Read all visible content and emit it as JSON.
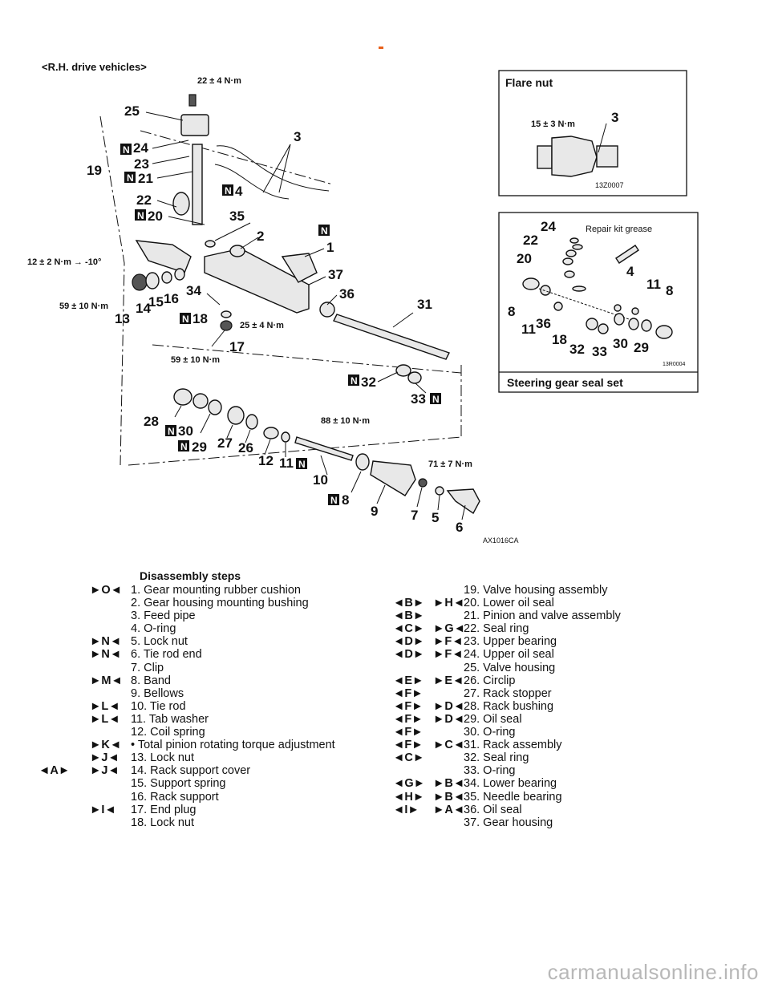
{
  "header": {
    "vehicle_label": "<R.H. drive vehicles>"
  },
  "diagram": {
    "code": "AX1016CA",
    "torques": {
      "t1": "22 ± 4 N·m",
      "t2": "12 ± 2 N·m → -10°",
      "t3": "59 ± 10 N·m",
      "t4": "25 ± 4 N·m",
      "t5": "59 ± 10 N·m",
      "t6": "88 ± 10 N·m",
      "t7": "71 ± 7 N·m"
    },
    "new_mark": "N",
    "callouts": [
      "25",
      "24",
      "23",
      "19",
      "21",
      "22",
      "20",
      "3",
      "4",
      "35",
      "2",
      "1",
      "37",
      "36",
      "31",
      "34",
      "16",
      "15",
      "14",
      "13",
      "18",
      "17",
      "32",
      "33",
      "28",
      "30",
      "29",
      "27",
      "26",
      "12",
      "11",
      "10",
      "8",
      "9",
      "7",
      "5",
      "6"
    ]
  },
  "flare_box": {
    "title": "Flare nut",
    "torque": "15 ± 3 N·m",
    "callout": "3",
    "code": "13Z0007"
  },
  "seal_box": {
    "title": "Steering gear seal set",
    "grease_label": "Repair kit grease",
    "code": "13R0004",
    "callouts": [
      "24",
      "22",
      "20",
      "4",
      "11",
      "8",
      "8",
      "11",
      "36",
      "18",
      "32",
      "33",
      "30",
      "29"
    ]
  },
  "steps": {
    "title": "Disassembly steps",
    "left": [
      {
        "a": "",
        "b": "►O◄",
        "text": "1. Gear mounting rubber cushion"
      },
      {
        "a": "",
        "b": "",
        "text": "2. Gear housing mounting bushing"
      },
      {
        "a": "",
        "b": "",
        "text": "3. Feed pipe"
      },
      {
        "a": "",
        "b": "",
        "text": "4. O-ring"
      },
      {
        "a": "",
        "b": "►N◄",
        "text": "5. Lock nut"
      },
      {
        "a": "",
        "b": "►N◄",
        "text": "6. Tie rod end"
      },
      {
        "a": "",
        "b": "",
        "text": "7. Clip"
      },
      {
        "a": "",
        "b": "►M◄",
        "text": "8. Band"
      },
      {
        "a": "",
        "b": "",
        "text": "9. Bellows"
      },
      {
        "a": "",
        "b": "►L◄",
        "text": "10. Tie rod"
      },
      {
        "a": "",
        "b": "►L◄",
        "text": "11. Tab washer"
      },
      {
        "a": "",
        "b": "",
        "text": "12. Coil spring"
      },
      {
        "a": "",
        "b": "►K◄",
        "text": "•  Total pinion rotating torque adjustment"
      },
      {
        "a": "",
        "b": "►J◄",
        "text": "13. Lock nut"
      },
      {
        "a": "◄A►",
        "b": "►J◄",
        "text": "14. Rack support cover"
      },
      {
        "a": "",
        "b": "",
        "text": "15. Support spring"
      },
      {
        "a": "",
        "b": "",
        "text": "16. Rack support"
      },
      {
        "a": "",
        "b": "►I◄",
        "text": "17. End plug"
      },
      {
        "a": "",
        "b": "",
        "text": "18. Lock nut"
      }
    ],
    "right": [
      {
        "a": "",
        "b": "",
        "text": "19. Valve housing assembly"
      },
      {
        "a": "◄B►",
        "b": "►H◄",
        "text": "20. Lower oil seal"
      },
      {
        "a": "◄B►",
        "b": "",
        "text": "21. Pinion and valve assembly"
      },
      {
        "a": "◄C►",
        "b": "►G◄",
        "text": "22. Seal ring"
      },
      {
        "a": "◄D►",
        "b": "►F◄",
        "text": "23. Upper bearing"
      },
      {
        "a": "◄D►",
        "b": "►F◄",
        "text": "24. Upper oil seal"
      },
      {
        "a": "",
        "b": "",
        "text": "25. Valve housing"
      },
      {
        "a": "◄E►",
        "b": "►E◄",
        "text": "26. Circlip"
      },
      {
        "a": "◄F►",
        "b": "",
        "text": "27. Rack stopper"
      },
      {
        "a": "◄F►",
        "b": "►D◄",
        "text": "28. Rack bushing"
      },
      {
        "a": "◄F►",
        "b": "►D◄",
        "text": "29. Oil seal"
      },
      {
        "a": "◄F►",
        "b": "",
        "text": "30. O-ring"
      },
      {
        "a": "◄F►",
        "b": "►C◄",
        "text": "31. Rack assembly"
      },
      {
        "a": "◄C►",
        "b": "",
        "text": "32. Seal ring"
      },
      {
        "a": "",
        "b": "",
        "text": "33. O-ring"
      },
      {
        "a": "◄G►",
        "b": "►B◄",
        "text": "34. Lower bearing"
      },
      {
        "a": "◄H►",
        "b": "►B◄",
        "text": "35. Needle bearing"
      },
      {
        "a": "◄I►",
        "b": "►A◄",
        "text": "36. Oil seal"
      },
      {
        "a": "",
        "b": "",
        "text": "37. Gear housing"
      }
    ]
  },
  "watermark": "carmanualsonline.info",
  "colors": {
    "accent_dash": "#e8601a",
    "watermark": "#b8b8b8"
  }
}
